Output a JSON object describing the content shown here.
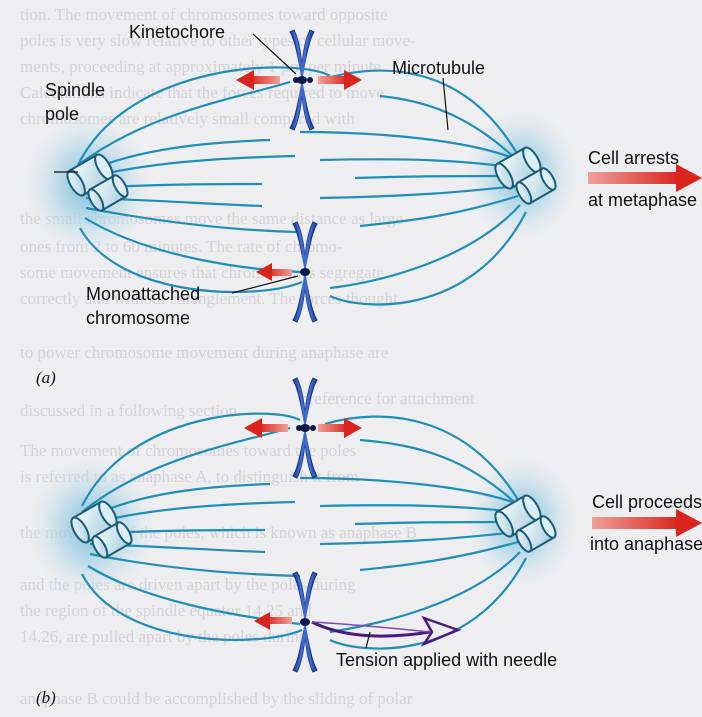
{
  "background_text": [
    "tion. The movement of chromosomes toward opposite",
    "poles is very slow relative to other types of cellular move-",
    "ments, proceeding at approximately 1 µm per minute.",
    "Calculations indicate that the forces required to move",
    "chromosomes are relatively small compared with",
    "the small chromosomes move the same distance as large",
    "ones from 2 to 60 minutes. The rate of chromo-",
    "some movement ensures that chromosomes segregate",
    "correctly and without entanglement. The forces thought",
    "to power chromosome movement during anaphase are",
    "discussed in a following section.",
    "The movement of chromosomes toward the poles",
    "is referred to as anaphase A, to distinguish it from",
    "preference for attachment",
    "the movement of the poles, which is known as anaphase B",
    "and the poles are driven apart by the poles during",
    "the region of the spindle equator 14.25 and",
    "14.26, are pulled apart by the poles during",
    "anaphase B could be accomplished by the sliding of polar"
  ],
  "panel_a": {
    "panel_label": "(a)",
    "labels": {
      "kinetochore": "Kinetochore",
      "microtubule": "Microtubule",
      "spindle_pole_line1": "Spindle",
      "spindle_pole_line2": "pole",
      "monoattached_line1": "Monoattached",
      "monoattached_line2": "chromosome",
      "outcome_line1": "Cell arrests",
      "outcome_line2": "at metaphase"
    }
  },
  "panel_b": {
    "panel_label": "(b)",
    "labels": {
      "outcome_line1": "Cell proceeds",
      "outcome_line2": "into anaphase",
      "tension": "Tension applied with needle"
    }
  },
  "colors": {
    "spindle": "#1f8fb8",
    "chromosome": "#2a4fb0",
    "arrow_red": "#d8241c",
    "needle": "#4a1a7a",
    "pole_glow": "#7ec4dc"
  }
}
